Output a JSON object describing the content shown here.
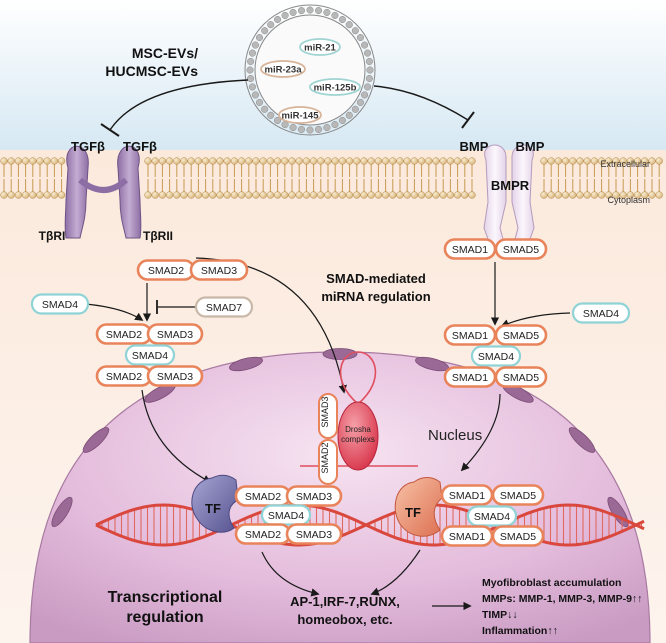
{
  "evs": {
    "label_line1": "MSC-EVs/",
    "label_line2": "HUCMSC-EVs",
    "mirnas": [
      "miR-21",
      "miR-23a",
      "miR-125b",
      "miR-145"
    ]
  },
  "membrane": {
    "extracellular": "Extracellular",
    "cytoplasm": "Cytoplasm"
  },
  "tgf_pathway": {
    "ligand_left": "TGFβ",
    "ligand_right": "TGFβ",
    "receptor_1": "TβRI",
    "receptor_2": "TβRII",
    "smad2": "SMAD2",
    "smad3": "SMAD3",
    "smad4": "SMAD4",
    "smad7": "SMAD7"
  },
  "bmp_pathway": {
    "ligand_left": "BMP",
    "ligand_right": "BMP",
    "receptor": "BMPR",
    "smad1": "SMAD1",
    "smad5": "SMAD5",
    "smad4": "SMAD4"
  },
  "mirna_regulation": {
    "label_line1": "SMAD-mediated",
    "label_line2": "miRNA regulation",
    "drosha_line1": "Drosha",
    "drosha_line2": "complexs",
    "smad3": "SMAD3",
    "smad2": "SMAD2"
  },
  "nucleus": {
    "label": "Nucleus",
    "tf_left": "TF",
    "tf_right": "TF",
    "transcription_line1": "Transcriptional",
    "transcription_line2": "regulation",
    "targets_line1": "AP-1,IRF-7,RUNX,",
    "targets_line2": "homeobox, etc."
  },
  "outcomes": [
    "Myofibroblast accumulation",
    "MMPs: MMP-1, MMP-3, MMP-9↑↑",
    "TIMP↓↓",
    "Inflammation↑↑"
  ],
  "colors": {
    "smad_border": "#e8835a",
    "smad4_border": "#8fd3d6",
    "smad7_border": "#c8b8a8",
    "tgf_receptor": "#a98cbb",
    "bmp_receptor": "#f1e7f3",
    "nucleus_fill": "#e8c6e0",
    "dna_red": "#d9473d",
    "tf_left": "#6c6aa3",
    "tf_right": "#e7876a",
    "drosha": "#e04f5f"
  }
}
